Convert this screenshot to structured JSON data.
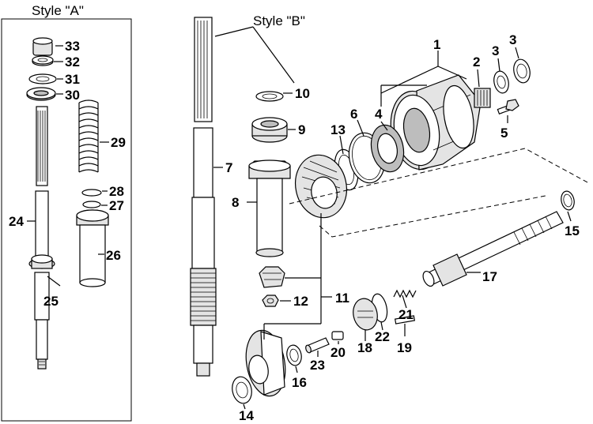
{
  "style_a_label": "Style \"A\"",
  "style_b_label": "Style \"B\"",
  "callouts": {
    "c1": "1",
    "c2": "2",
    "c3a": "3",
    "c3b": "3",
    "c4": "4",
    "c5": "5",
    "c6": "6",
    "c7": "7",
    "c8": "8",
    "c9": "9",
    "c10": "10",
    "c11": "11",
    "c12": "12",
    "c13": "13",
    "c14": "14",
    "c15": "15",
    "c16": "16",
    "c17": "17",
    "c18": "18",
    "c19": "19",
    "c20": "20",
    "c21": "21",
    "c22": "22",
    "c23": "23",
    "c24": "24",
    "c25": "25",
    "c26": "26",
    "c27": "27",
    "c28": "28",
    "c29": "29",
    "c30": "30",
    "c31": "31",
    "c32": "32",
    "c33": "33"
  }
}
